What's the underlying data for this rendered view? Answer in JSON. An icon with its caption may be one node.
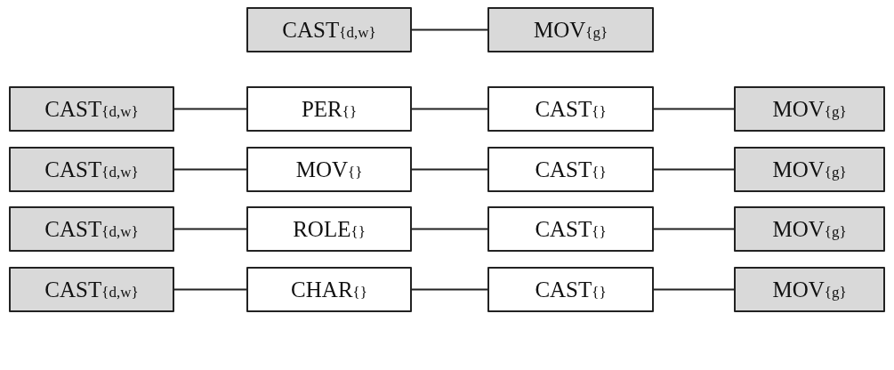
{
  "diagram": {
    "nodes": [
      {
        "text": [
          "CAST{d,w}"
        ]
      },
      {
        "text": [
          "MOV{g}"
        ]
      },
      {
        "text": [
          "CAST{d,w}"
        ]
      },
      {
        "text": [
          "PER{}"
        ]
      },
      {
        "text": [
          "CAST{}"
        ]
      },
      {
        "text": [
          "MOV{g}"
        ]
      },
      {
        "text": [
          "CAST{d,w}"
        ]
      },
      {
        "text": [
          "MOV{}"
        ]
      },
      {
        "text": [
          "CAST{}"
        ]
      },
      {
        "text": [
          "MOV{g}"
        ]
      },
      {
        "text": [
          "CAST{d,w}"
        ]
      },
      {
        "text": [
          "ROLE{}"
        ]
      },
      {
        "text": [
          "CAST{}"
        ]
      },
      {
        "text": [
          "MOV{g}"
        ]
      },
      {
        "text": [
          "CAST{d,w}"
        ]
      },
      {
        "text": [
          "CHAR{}"
        ]
      },
      {
        "text": [
          "CAST{}"
        ]
      },
      {
        "text": [
          "MOV{g}"
        ]
      }
    ],
    "edges": [
      {
        "from": 0,
        "to": 1,
        "arrow": "none"
      },
      {
        "from": 2,
        "to": 3,
        "arrow": "none"
      },
      {
        "from": 3,
        "to": 4,
        "arrow": "none"
      },
      {
        "from": 4,
        "to": 5,
        "arrow": "none"
      },
      {
        "from": 6,
        "to": 7,
        "arrow": "none"
      },
      {
        "from": 7,
        "to": 8,
        "arrow": "none"
      },
      {
        "from": 8,
        "to": 9,
        "arrow": "none"
      },
      {
        "from": 10,
        "to": 11,
        "arrow": "none"
      },
      {
        "from": 11,
        "to": 12,
        "arrow": "none"
      },
      {
        "from": 12,
        "to": 13,
        "arrow": "none"
      },
      {
        "from": 14,
        "to": 15,
        "arrow": "none"
      },
      {
        "from": 15,
        "to": 16,
        "arrow": "none"
      },
      {
        "from": 16,
        "to": 17,
        "arrow": "none"
      }
    ]
  }
}
